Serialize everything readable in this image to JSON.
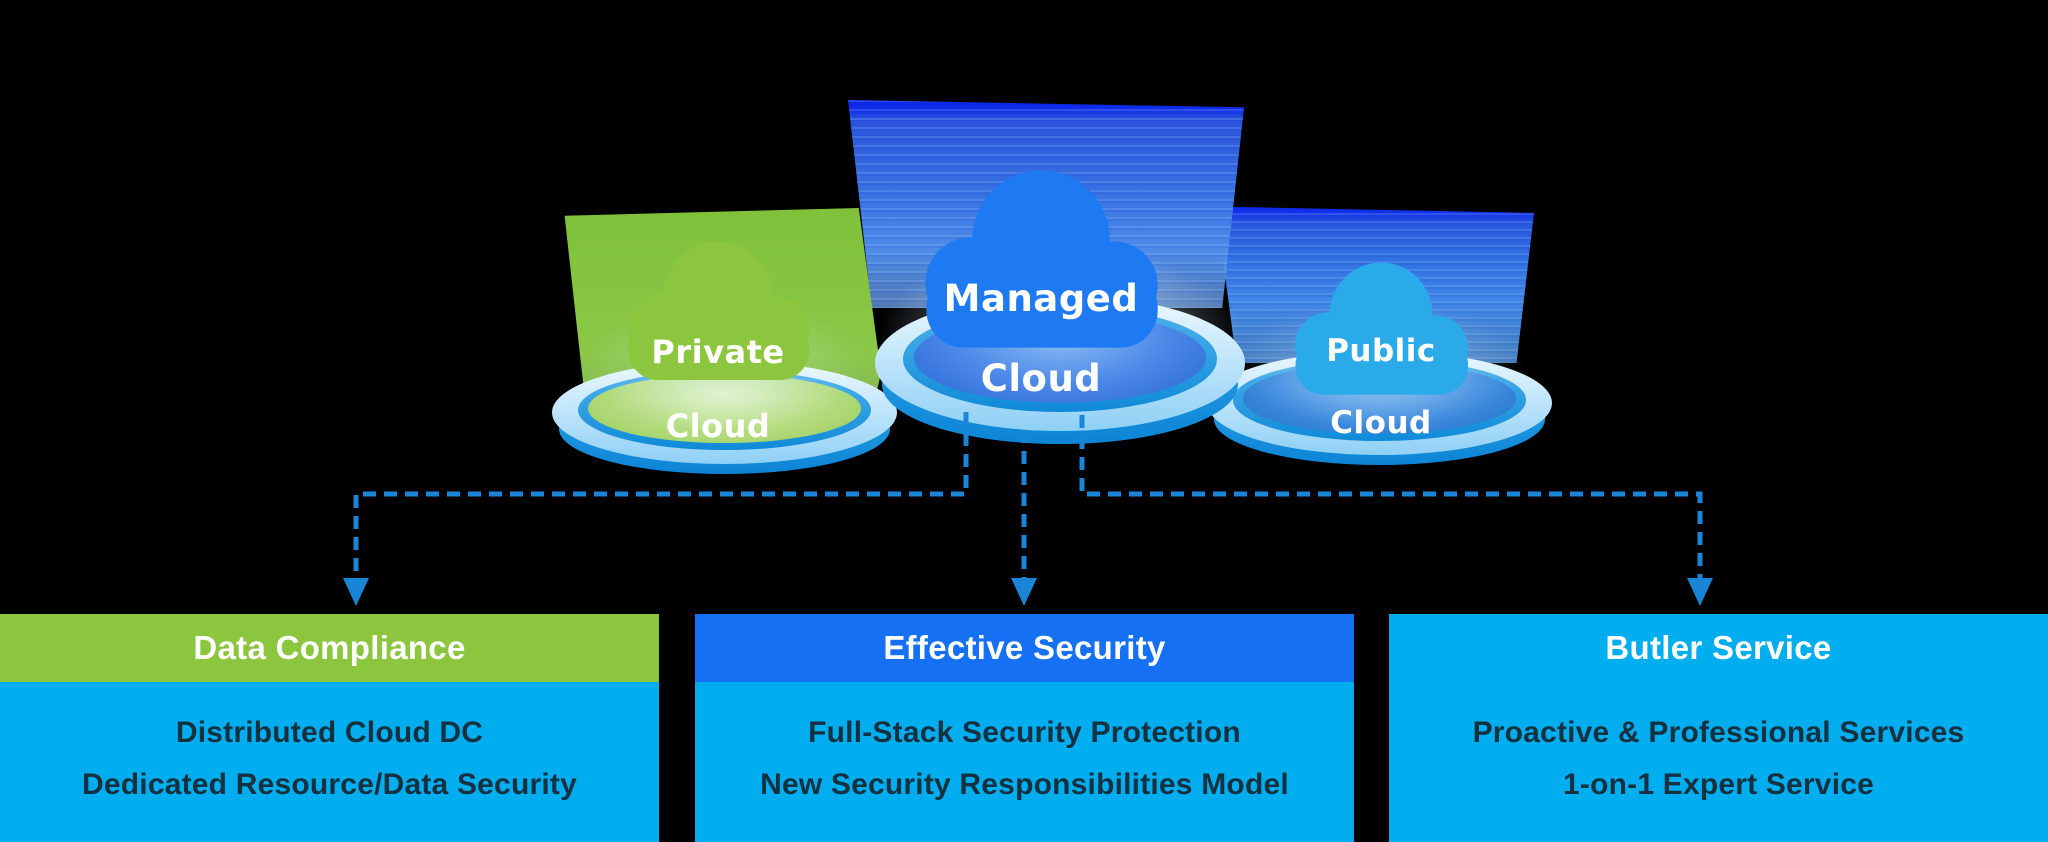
{
  "scene": {
    "background": "#000000",
    "pedestals": [
      {
        "name": "Private Cloud",
        "label_lines": [
          "Private",
          "Cloud"
        ],
        "cloud_color": "#8CC63E",
        "beam_color": "#85C43F"
      },
      {
        "name": "Managed Cloud",
        "label_lines": [
          "Managed",
          "Cloud"
        ],
        "cloud_color": "#1E7AF2",
        "beam_color": "#2E5FDD",
        "beam_top_edge_color": "#0A23E8"
      },
      {
        "name": "Public Cloud",
        "label_lines": [
          "Public",
          "Cloud"
        ],
        "cloud_color": "#2BAAEA",
        "beam_color": "#2F6DDF",
        "beam_top_edge_color": "#0A23E8"
      }
    ],
    "platform_colors": {
      "rim_dark": "#0E86D5",
      "rim_light": "#C3E6FB"
    }
  },
  "connectors": {
    "color": "#1A84D6",
    "style": "dashed-arrow"
  },
  "cards": [
    {
      "title": "Data Compliance",
      "header_color": "#8CC63E",
      "body_color": "#00AEEF",
      "text_color": "#15303E",
      "lines": [
        "Distributed Cloud DC",
        "Dedicated Resource/Data Security"
      ]
    },
    {
      "title": "Effective Security",
      "header_color": "#1570F3",
      "body_color": "#00AEEF",
      "text_color": "#15303E",
      "lines": [
        "Full-Stack Security Protection",
        "New Security Responsibilities Model"
      ]
    },
    {
      "title": "Butler Service",
      "header_color": "#00AEEF",
      "body_color": "#00AEEF",
      "text_color": "#15303E",
      "lines": [
        "Proactive & Professional Services",
        "1-on-1 Expert Service"
      ]
    }
  ]
}
